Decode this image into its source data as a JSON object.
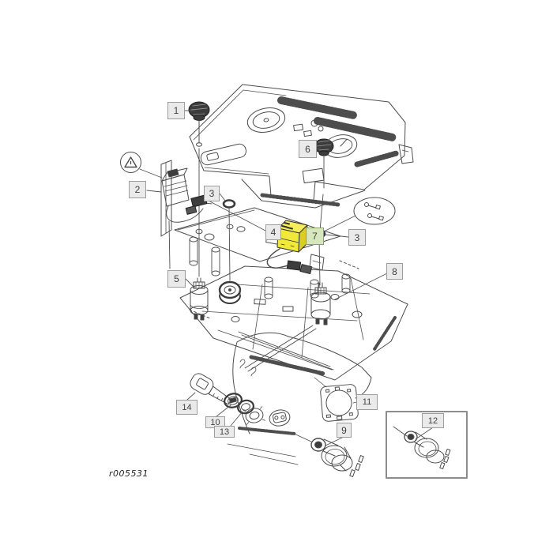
{
  "footer_code": "r005531",
  "reference_marker": {
    "icon": "warning-triangle"
  },
  "highlight": {
    "part_fill": "#f0e83a",
    "label_bg": "#d8e6bf",
    "label_border": "#85a364"
  },
  "callouts": [
    {
      "label": "1"
    },
    {
      "label": "2"
    },
    {
      "label": "3"
    },
    {
      "label": "6"
    },
    {
      "label": "4"
    },
    {
      "label": "7",
      "highlighted": true
    },
    {
      "label": "3"
    },
    {
      "label": "5"
    },
    {
      "label": "8"
    },
    {
      "label": "11"
    },
    {
      "label": "9"
    },
    {
      "label": "12"
    },
    {
      "label": "14"
    },
    {
      "label": "10"
    },
    {
      "label": "13"
    }
  ]
}
